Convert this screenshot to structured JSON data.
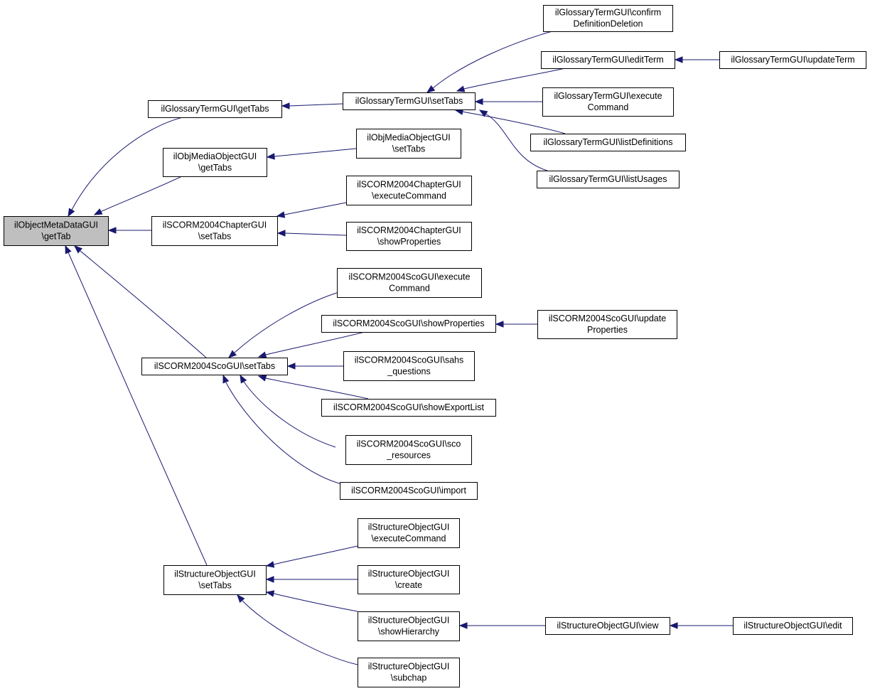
{
  "nodes": [
    {
      "id": "root",
      "lines": [
        "ilObjectMetaDataGUI",
        "\\getTab"
      ],
      "highlighted": true
    },
    {
      "id": "gt_getTabs",
      "lines": [
        "ilGlossaryTermGUI\\getTabs"
      ]
    },
    {
      "id": "gt_setTabs",
      "lines": [
        "ilGlossaryTermGUI\\setTabs"
      ]
    },
    {
      "id": "gt_confirm",
      "lines": [
        "ilGlossaryTermGUI\\confirm",
        "DefinitionDeletion"
      ]
    },
    {
      "id": "gt_editTerm",
      "lines": [
        "ilGlossaryTermGUI\\editTerm"
      ]
    },
    {
      "id": "gt_updateTerm",
      "lines": [
        "ilGlossaryTermGUI\\updateTerm"
      ]
    },
    {
      "id": "gt_execute",
      "lines": [
        "ilGlossaryTermGUI\\execute",
        "Command"
      ]
    },
    {
      "id": "gt_listDefs",
      "lines": [
        "ilGlossaryTermGUI\\listDefinitions"
      ]
    },
    {
      "id": "gt_listUsages",
      "lines": [
        "ilGlossaryTermGUI\\listUsages"
      ]
    },
    {
      "id": "om_getTabs",
      "lines": [
        "ilObjMediaObjectGUI",
        "\\getTabs"
      ]
    },
    {
      "id": "om_setTabs",
      "lines": [
        "ilObjMediaObjectGUI",
        "\\setTabs"
      ]
    },
    {
      "id": "ch_setTabs",
      "lines": [
        "ilSCORM2004ChapterGUI",
        "\\setTabs"
      ]
    },
    {
      "id": "ch_exec",
      "lines": [
        "ilSCORM2004ChapterGUI",
        "\\executeCommand"
      ]
    },
    {
      "id": "ch_show",
      "lines": [
        "ilSCORM2004ChapterGUI",
        "\\showProperties"
      ]
    },
    {
      "id": "sco_setTabs",
      "lines": [
        "ilSCORM2004ScoGUI\\setTabs"
      ]
    },
    {
      "id": "sco_exec",
      "lines": [
        "ilSCORM2004ScoGUI\\execute",
        "Command"
      ]
    },
    {
      "id": "sco_showProps",
      "lines": [
        "ilSCORM2004ScoGUI\\showProperties"
      ]
    },
    {
      "id": "sco_updateProps",
      "lines": [
        "ilSCORM2004ScoGUI\\update",
        "Properties"
      ]
    },
    {
      "id": "sco_sahs",
      "lines": [
        "ilSCORM2004ScoGUI\\sahs",
        "_questions"
      ]
    },
    {
      "id": "sco_export",
      "lines": [
        "ilSCORM2004ScoGUI\\showExportList"
      ]
    },
    {
      "id": "sco_res",
      "lines": [
        "ilSCORM2004ScoGUI\\sco",
        "_resources"
      ]
    },
    {
      "id": "sco_import",
      "lines": [
        "ilSCORM2004ScoGUI\\import"
      ]
    },
    {
      "id": "st_setTabs",
      "lines": [
        "ilStructureObjectGUI",
        "\\setTabs"
      ]
    },
    {
      "id": "st_exec",
      "lines": [
        "ilStructureObjectGUI",
        "\\executeCommand"
      ]
    },
    {
      "id": "st_create",
      "lines": [
        "ilStructureObjectGUI",
        "\\create"
      ]
    },
    {
      "id": "st_showHier",
      "lines": [
        "ilStructureObjectGUI",
        "\\showHierarchy"
      ]
    },
    {
      "id": "st_view",
      "lines": [
        "ilStructureObjectGUI\\view"
      ]
    },
    {
      "id": "st_edit",
      "lines": [
        "ilStructureObjectGUI\\edit"
      ]
    },
    {
      "id": "st_subchap",
      "lines": [
        "ilStructureObjectGUI",
        "\\subchap"
      ]
    }
  ],
  "edges": [
    {
      "from": "gt_getTabs",
      "to": "root"
    },
    {
      "from": "om_getTabs",
      "to": "root"
    },
    {
      "from": "ch_setTabs",
      "to": "root"
    },
    {
      "from": "sco_setTabs",
      "to": "root"
    },
    {
      "from": "st_setTabs",
      "to": "root"
    },
    {
      "from": "gt_setTabs",
      "to": "gt_getTabs"
    },
    {
      "from": "gt_confirm",
      "to": "gt_setTabs"
    },
    {
      "from": "gt_editTerm",
      "to": "gt_setTabs"
    },
    {
      "from": "gt_execute",
      "to": "gt_setTabs"
    },
    {
      "from": "gt_listDefs",
      "to": "gt_setTabs"
    },
    {
      "from": "gt_listUsages",
      "to": "gt_setTabs"
    },
    {
      "from": "gt_updateTerm",
      "to": "gt_editTerm"
    },
    {
      "from": "om_setTabs",
      "to": "om_getTabs"
    },
    {
      "from": "ch_exec",
      "to": "ch_setTabs"
    },
    {
      "from": "ch_show",
      "to": "ch_setTabs"
    },
    {
      "from": "sco_exec",
      "to": "sco_setTabs"
    },
    {
      "from": "sco_showProps",
      "to": "sco_setTabs"
    },
    {
      "from": "sco_sahs",
      "to": "sco_setTabs"
    },
    {
      "from": "sco_export",
      "to": "sco_setTabs"
    },
    {
      "from": "sco_res",
      "to": "sco_setTabs"
    },
    {
      "from": "sco_import",
      "to": "sco_setTabs"
    },
    {
      "from": "sco_updateProps",
      "to": "sco_showProps"
    },
    {
      "from": "st_exec",
      "to": "st_setTabs"
    },
    {
      "from": "st_create",
      "to": "st_setTabs"
    },
    {
      "from": "st_showHier",
      "to": "st_setTabs"
    },
    {
      "from": "st_subchap",
      "to": "st_setTabs"
    },
    {
      "from": "st_view",
      "to": "st_showHier"
    },
    {
      "from": "st_edit",
      "to": "st_view"
    }
  ],
  "colors": {
    "edge": "#191970",
    "node_border": "#000000",
    "node_fill": "#ffffff",
    "highlight_fill": "#bfbfbf"
  }
}
